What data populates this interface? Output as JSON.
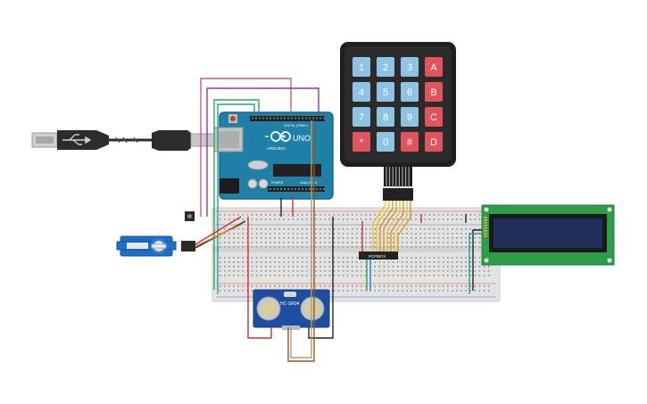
{
  "arduino": {
    "brand": "ARDUINO",
    "model": "UNO",
    "digital_label": "DIGITAL (PWM~)",
    "power_label": "POWER",
    "analog_label": "ANALOG IN"
  },
  "keypad": {
    "rows": [
      [
        "1",
        "2",
        "3",
        "A"
      ],
      [
        "4",
        "5",
        "6",
        "B"
      ],
      [
        "7",
        "8",
        "9",
        "C"
      ],
      [
        "*",
        "0",
        "#",
        "D"
      ]
    ],
    "key_color": "#8fc3e3",
    "func_color": "#e0555d"
  },
  "sensor": {
    "label": "HC-SR04"
  },
  "ic": {
    "label": "PCF8574"
  },
  "colors": {
    "red": "#d0302a",
    "black": "#222222",
    "green": "#2fa84f",
    "blue": "#2a7fd1",
    "teal": "#1f9ea2",
    "purple": "#8c3aa8",
    "brown": "#8a5a2b",
    "orange": "#e08a1e",
    "yellow": "#e8c21c",
    "board_teal": "#1f7fa7",
    "lcd_green": "#2e9d4a",
    "lcd_screen": "#20305a",
    "sensor_blue": "#1d4ea0"
  }
}
